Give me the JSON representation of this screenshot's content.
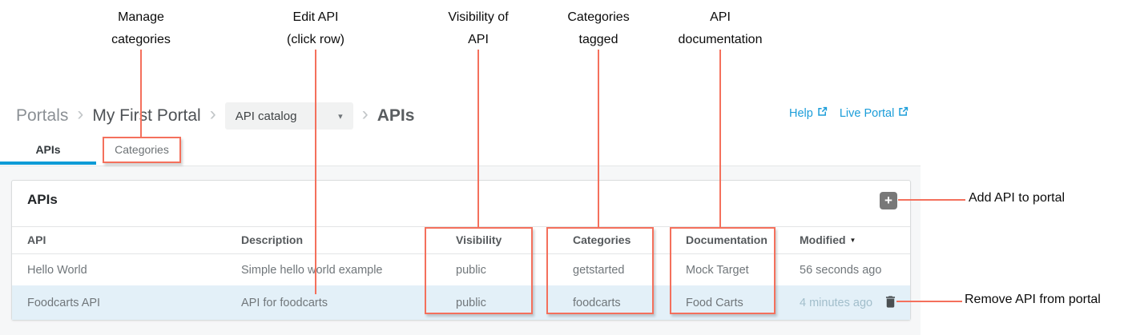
{
  "annotations": {
    "accent_color": "#f4705c",
    "top_callouts": [
      {
        "line1": "Manage",
        "line2": "categories"
      },
      {
        "line1": "Edit API",
        "line2": "(click row)"
      },
      {
        "line1": "Visibility of",
        "line2": "API"
      },
      {
        "line1": "Categories",
        "line2": "tagged"
      },
      {
        "line1": "API",
        "line2": "documentation"
      }
    ],
    "add_api_label": "Add API to portal",
    "remove_api_label": "Remove API from portal"
  },
  "breadcrumb": {
    "root": "Portals",
    "separator": "›",
    "portal": "My First Portal",
    "dropdown_value": "API catalog",
    "dropdown_caret": "▾",
    "current": "APIs"
  },
  "header_links": {
    "help": "Help",
    "live_portal": "Live Portal"
  },
  "tabs": {
    "apis": "APIs",
    "categories": "Categories"
  },
  "panel": {
    "title": "APIs",
    "add_icon": "+"
  },
  "table": {
    "columns": [
      "API",
      "Description",
      "Visibility",
      "Categories",
      "Documentation",
      "Modified"
    ],
    "sort_icon": "▼",
    "rows": [
      {
        "api": "Hello World",
        "description": "Simple hello world example",
        "visibility": "public",
        "categories": "getstarted",
        "documentation": "Mock Target",
        "modified": "56 seconds ago"
      },
      {
        "api": "Foodcarts API",
        "description": "API for foodcarts",
        "visibility": "public",
        "categories": "foodcarts",
        "documentation": "Food Carts",
        "modified": "4 minutes ago"
      }
    ]
  },
  "colors": {
    "link_blue": "#1b9dd9",
    "tab_underline_blue": "#0d9bd6",
    "selected_row_highlight": "#e3f0f8",
    "annotation_red": "#f4705c"
  }
}
